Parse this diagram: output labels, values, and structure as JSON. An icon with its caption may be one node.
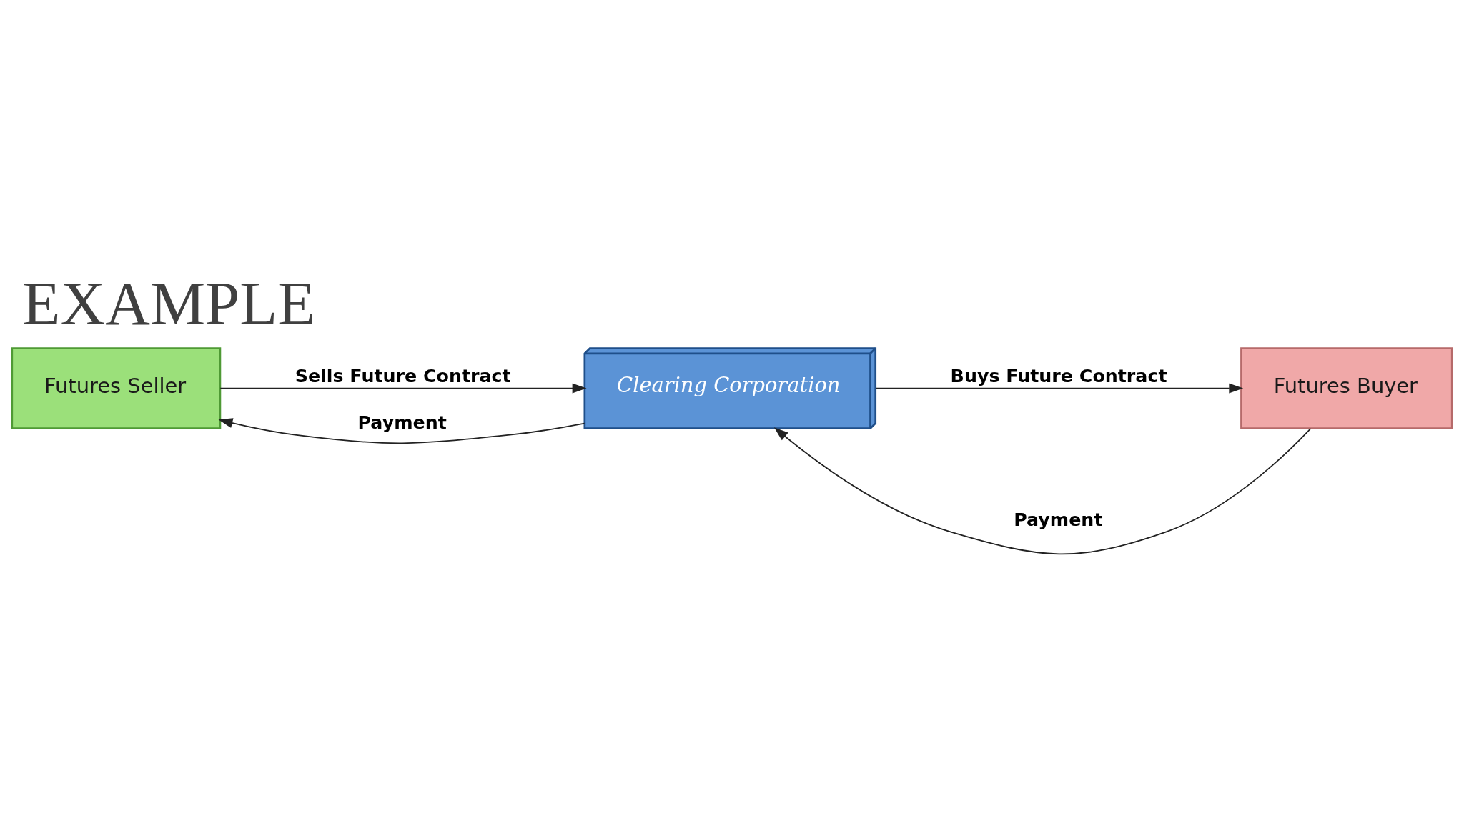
{
  "diagram": {
    "title": "EXAMPLE",
    "nodes": [
      {
        "text": [
          "Futures Seller"
        ]
      },
      {
        "text": [
          "Clearing Corporation"
        ]
      },
      {
        "text": [
          "Futures Buyer"
        ]
      }
    ],
    "edges": [
      {
        "from": 0,
        "to": 1,
        "arrow": "to",
        "label": "Sells Future Contract"
      },
      {
        "from": 2,
        "to": 1,
        "arrow": "to",
        "label": "Payment"
      },
      {
        "from": 1,
        "to": 0,
        "arrow": "to",
        "label": "Payment"
      },
      {
        "from": 1,
        "to": 2,
        "arrow": "to",
        "label": "Buys Future Contract"
      }
    ]
  }
}
